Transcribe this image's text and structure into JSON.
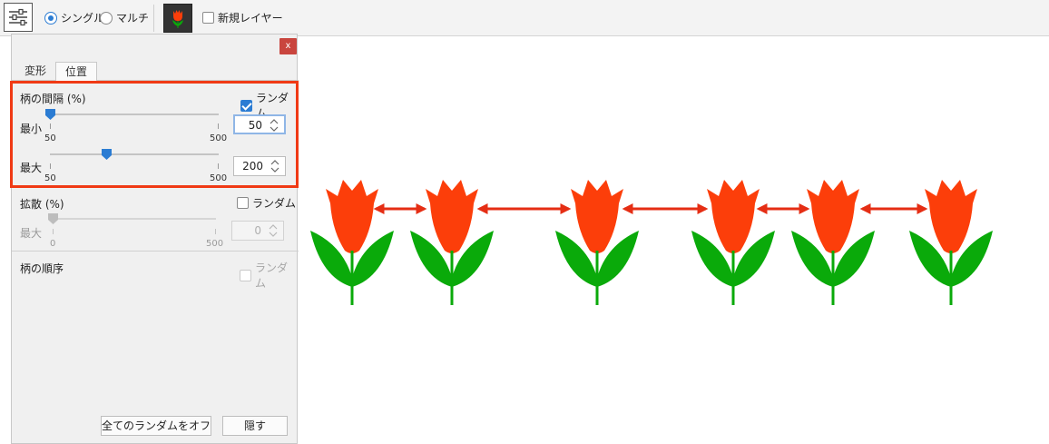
{
  "toolbar": {
    "mode_single": "シングル",
    "mode_multi": "マルチ",
    "new_layer": "新規レイヤー"
  },
  "panel": {
    "close": "x",
    "tabs": [
      "変形",
      "位置"
    ],
    "spacing": {
      "label": "柄の間隔 (%)",
      "random_label": "ランダム",
      "random_checked": true,
      "min": {
        "label": "最小",
        "value": "50",
        "range_min": "50",
        "range_max": "500"
      },
      "max": {
        "label": "最大",
        "value": "200",
        "range_min": "50",
        "range_max": "500"
      }
    },
    "scatter": {
      "label": "拡散 (%)",
      "random_label": "ランダム",
      "max": {
        "label": "最大",
        "value": "0",
        "range_min": "0",
        "range_max": "500"
      }
    },
    "order": {
      "label": "柄の順序",
      "random_label": "ランダム"
    },
    "buttons": {
      "all_random_off": "全てのランダムをオフ",
      "hide": "隠す"
    }
  },
  "colors": {
    "highlight": "#f03a15",
    "tulip_red": "#fc3e0a",
    "leaf_green": "#0aaa0a",
    "arrow": "#e52e14",
    "accent_blue": "#2b7cd3"
  }
}
